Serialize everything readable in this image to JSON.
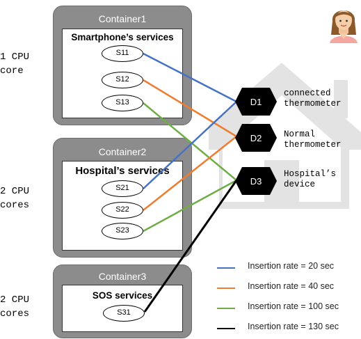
{
  "containers": [
    {
      "title": "Container1",
      "inner_title": "Smartphone’s services",
      "services": [
        "S11",
        "S12",
        "S13"
      ],
      "cpu_label": [
        "1 CPU",
        "core"
      ]
    },
    {
      "title": "Container2",
      "inner_title": "Hospital’s services",
      "services": [
        "S21",
        "S22",
        "S23"
      ],
      "cpu_label": [
        "2 CPU",
        "cores"
      ]
    },
    {
      "title": "Container3",
      "inner_title": "SOS services",
      "services": [
        "S31"
      ],
      "cpu_label": [
        "2 CPU",
        "cores"
      ]
    }
  ],
  "devices": [
    {
      "id": "D1",
      "description": [
        "connected",
        "thermometer"
      ]
    },
    {
      "id": "D2",
      "description": [
        "Normal",
        "thermometer"
      ]
    },
    {
      "id": "D3",
      "description": [
        "Hospital’s",
        "device"
      ]
    }
  ],
  "connections": [
    {
      "from": "S11",
      "to": "D1",
      "color": "#4472c4"
    },
    {
      "from": "S12",
      "to": "D2",
      "color": "#ed7d31"
    },
    {
      "from": "S13",
      "to": "D3",
      "color": "#70ad47"
    },
    {
      "from": "S21",
      "to": "D1",
      "color": "#4472c4"
    },
    {
      "from": "S22",
      "to": "D2",
      "color": "#ed7d31"
    },
    {
      "from": "S23",
      "to": "D3",
      "color": "#70ad47"
    },
    {
      "from": "S31",
      "to": "D3",
      "color": "#000000"
    }
  ],
  "legend": [
    {
      "label": "Insertion rate = 20 sec",
      "color": "#4472c4"
    },
    {
      "label": "Insertion rate = 40 sec",
      "color": "#ed7d31"
    },
    {
      "label": "Insertion rate = 100 sec",
      "color": "#70ad47"
    },
    {
      "label": "Insertion rate = 130 sec",
      "color": "#000000"
    }
  ],
  "colors": {
    "container_fill": "#8c8c8c",
    "device_fill": "#000000",
    "house": "#e3e3e3"
  },
  "icons": {
    "house": "house-icon",
    "user": "woman-avatar-icon"
  }
}
